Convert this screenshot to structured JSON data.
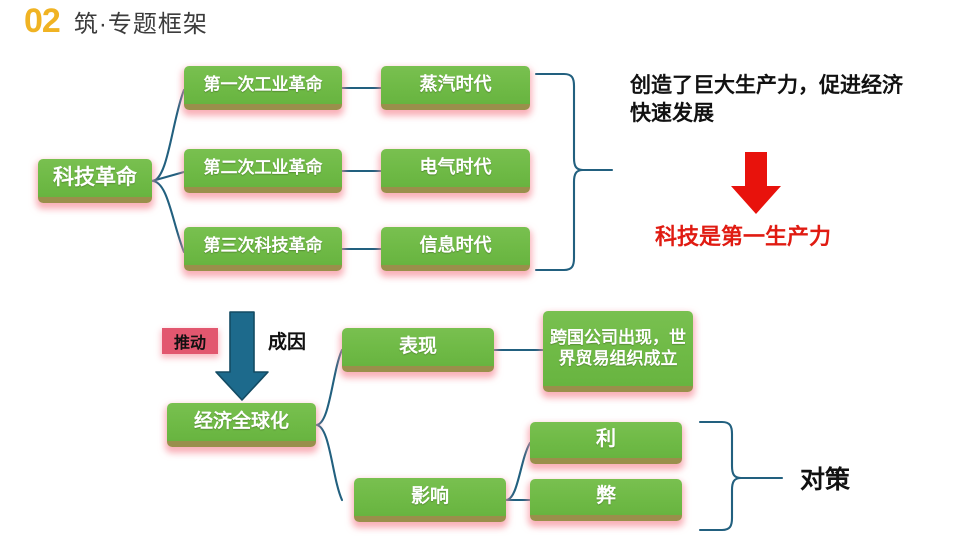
{
  "header": {
    "number": "02",
    "title": "筑·专题框架"
  },
  "colors": {
    "accent_number": "#F0B323",
    "box_green": "#6FBA46",
    "box_shadow_pink": "#F796A0",
    "box_bevel": "#9A8F4B",
    "connector_blue": "#22607F",
    "highlight_red": "#E01B12",
    "pill_red": "#E2576F",
    "arrow_red": "#E8120C",
    "arrow_teal": "#1D6A8C",
    "title_gray": "#3C3C3C"
  },
  "diagram_top": {
    "root": {
      "label": "科技革命"
    },
    "stages": [
      {
        "label": "第一次工业革命"
      },
      {
        "label": "第二次工业革命"
      },
      {
        "label": "第三次科技革命"
      }
    ],
    "eras": [
      {
        "label": "蒸汽时代"
      },
      {
        "label": "电气时代"
      },
      {
        "label": "信息时代"
      }
    ],
    "outcome_text": "创造了巨大生产力，促进经济快速发展",
    "conclusion_text": "科技是第一生产力",
    "arrow": {
      "name": "down-arrow",
      "color": "#E8120C"
    }
  },
  "diagram_bottom": {
    "pill": {
      "label": "推动"
    },
    "cause_label": "成因",
    "arrow": {
      "name": "down-arrow",
      "color": "#1D6A8C"
    },
    "center": {
      "label": "经济全球化"
    },
    "branches": [
      {
        "label": "表现"
      },
      {
        "label": "影响"
      }
    ],
    "manifestation": {
      "label": "跨国公司出现，世界贸易组织成立"
    },
    "effects": [
      {
        "label": "利"
      },
      {
        "label": "弊"
      }
    ],
    "countermeasure": "对策"
  }
}
